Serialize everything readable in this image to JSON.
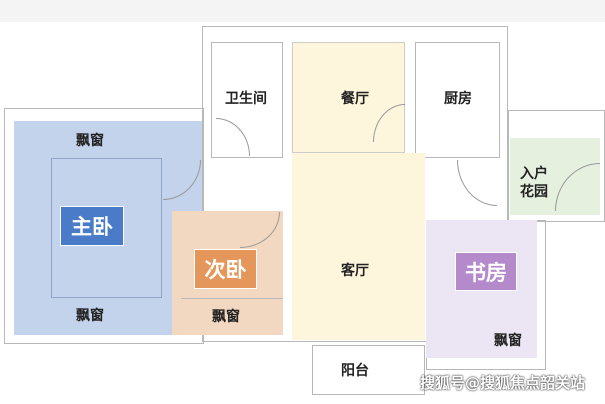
{
  "rooms": {
    "master_bedroom": "主卧",
    "bay_window": "飘窗",
    "bathroom": "卫生间",
    "dining": "餐厅",
    "kitchen": "厨房",
    "living": "客厅",
    "second_bedroom": "次卧",
    "study": "书房",
    "entry_garden_1": "入户",
    "entry_garden_2": "花园",
    "balcony": "阳台"
  },
  "watermark": "搜狐号@搜狐焦点韶关站",
  "colors": {
    "master": "#c3d3ec",
    "master_box": "#4a7bc8",
    "second": "#f2d8c0",
    "second_box": "#e5965a",
    "study": "#ece6f4",
    "study_box": "#b48acb",
    "living": "#fdf5dc",
    "garden": "#e6f0de"
  }
}
